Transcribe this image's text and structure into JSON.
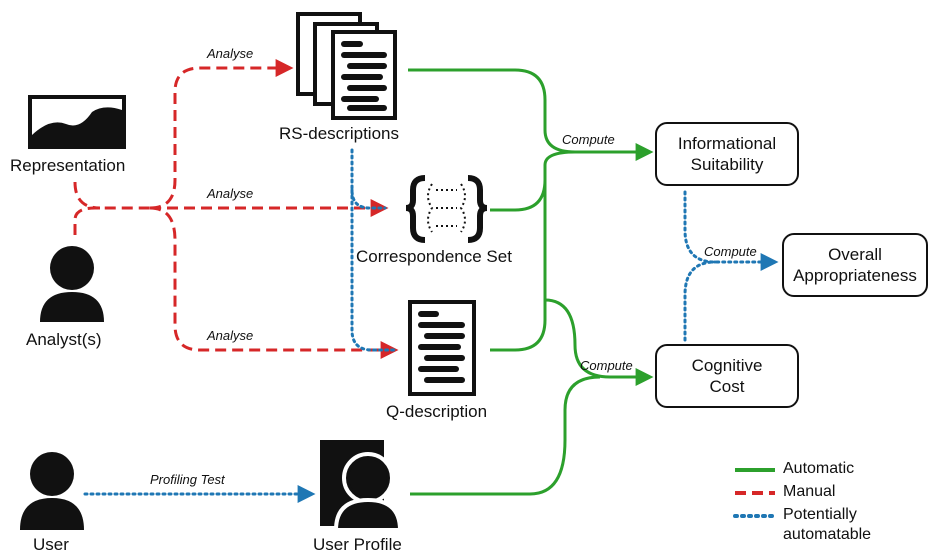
{
  "nodes": {
    "rs_descriptions": "RS-descriptions",
    "representation": "Representation",
    "correspondence_set": "Correspondence Set",
    "analysts": "Analyst(s)",
    "q_description": "Q-description",
    "user": "User",
    "user_profile": "User Profile",
    "informational_suitability": [
      "Informational",
      "Suitability"
    ],
    "overall_appropriateness": [
      "Overall",
      "Appropriateness"
    ],
    "cognitive_cost": [
      "Cognitive",
      "Cost"
    ]
  },
  "edges": {
    "analyse_rs": "Analyse",
    "analyse_cs": "Analyse",
    "analyse_q": "Analyse",
    "compute_is": "Compute",
    "compute_oa": "Compute",
    "compute_cc": "Compute",
    "profiling_test": "Profiling Test"
  },
  "legend": {
    "automatic": "Automatic",
    "manual": "Manual",
    "potentially_1": "Potentially",
    "potentially_2": "automatable"
  },
  "colors": {
    "automatic": "#2ca02c",
    "manual": "#d62728",
    "potential": "#1f77b4",
    "ink": "#111111"
  },
  "icons": {
    "rs_descriptions": "document-stack-icon",
    "representation": "image-icon",
    "correspondence_set": "braces-icon",
    "analysts": "person-icon",
    "q_description": "document-icon",
    "user": "person-icon",
    "user_profile": "profile-card-icon"
  }
}
